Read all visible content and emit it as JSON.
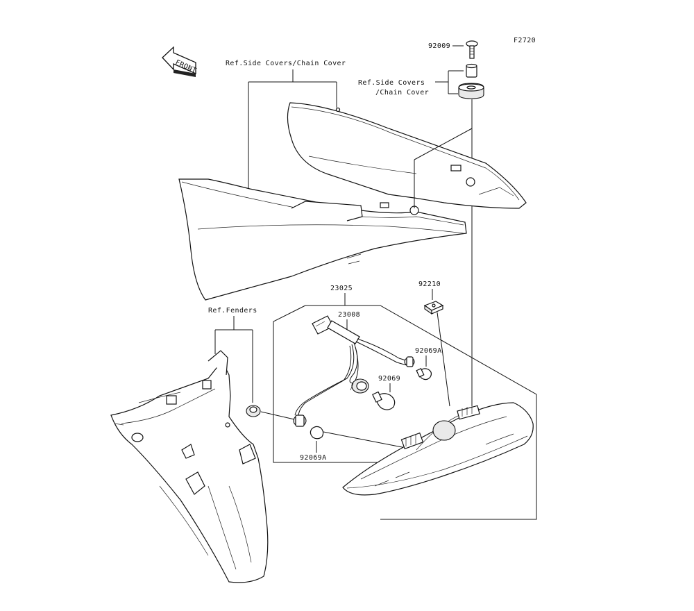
{
  "diagram": {
    "figure_code": "F2720",
    "front_marker": "FRONT",
    "labels": {
      "ref_side_covers_chain_cover_top": "Ref.Side Covers/Chain Cover",
      "ref_side_covers_line1": "Ref.Side Covers",
      "ref_side_covers_line2": "/Chain Cover",
      "ref_fenders": "Ref.Fenders",
      "part_92009": "92009",
      "part_92210": "92210",
      "part_23025": "23025",
      "part_23008": "23008",
      "part_92069a_upper": "92069A",
      "part_92069": "92069",
      "part_92069a_lower": "92069A"
    }
  }
}
